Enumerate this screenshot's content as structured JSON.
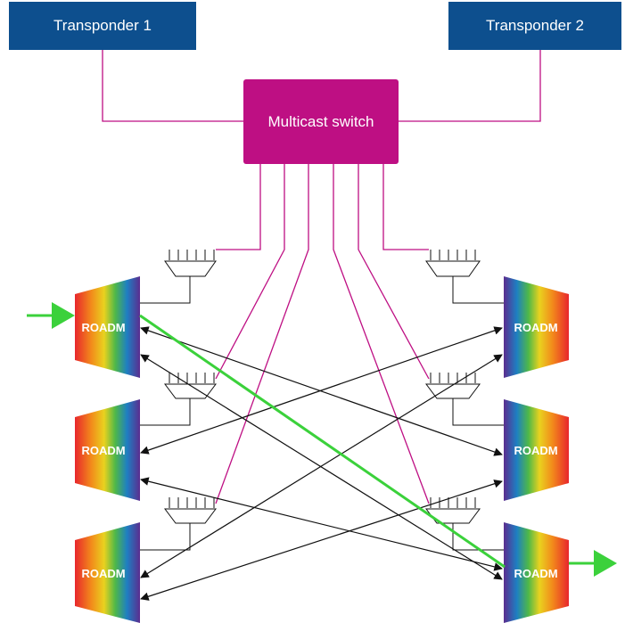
{
  "transponder1": {
    "label": "Transponder 1"
  },
  "transponder2": {
    "label": "Transponder 2"
  },
  "multicast_switch": {
    "label": "Multicast switch"
  },
  "roadms": {
    "left_top": {
      "label": "ROADM"
    },
    "left_mid": {
      "label": "ROADM"
    },
    "left_bot": {
      "label": "ROADM"
    },
    "right_top": {
      "label": "ROADM"
    },
    "right_mid": {
      "label": "ROADM"
    },
    "right_bot": {
      "label": "ROADM"
    }
  },
  "colors": {
    "transponder": "#0d4f8e",
    "multicast": "#be0f83",
    "link": "#be0f83",
    "path": "#3bd13b"
  }
}
